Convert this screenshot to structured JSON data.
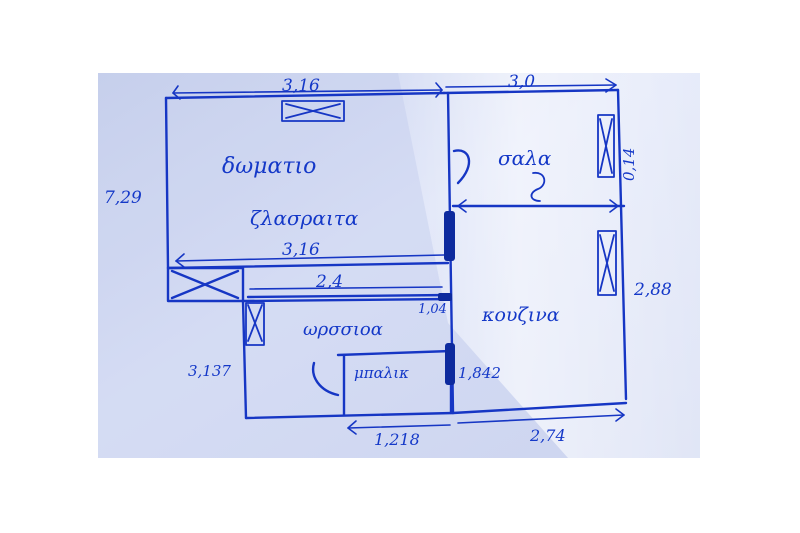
{
  "plan": {
    "dimensions": {
      "top_left_width": "3,16",
      "top_right_width": "3,0",
      "left_height": "7,29",
      "middle_width": "3,16",
      "hall_width": "2,4",
      "small_dim": "1,04",
      "left_lower_height": "3,137",
      "bath_height": "1,842",
      "bottom_width_1": "1,218",
      "bottom_width_2": "2,74",
      "right_height": "2,88",
      "right_top_height": "0,14"
    },
    "rooms": {
      "room_top_left": "δωματιο",
      "room_top_right": "σαλα",
      "room_center": "ζλασραιτα",
      "room_corridor": "ωρσσιοα",
      "room_kitchen": "κουζινα",
      "room_bath": "μπαλικ"
    },
    "colors": {
      "paper": "#dfe4f7",
      "paper_highlight": "#eef2fd",
      "ink": "#1636c4",
      "marker": "#0d2a9e"
    }
  }
}
